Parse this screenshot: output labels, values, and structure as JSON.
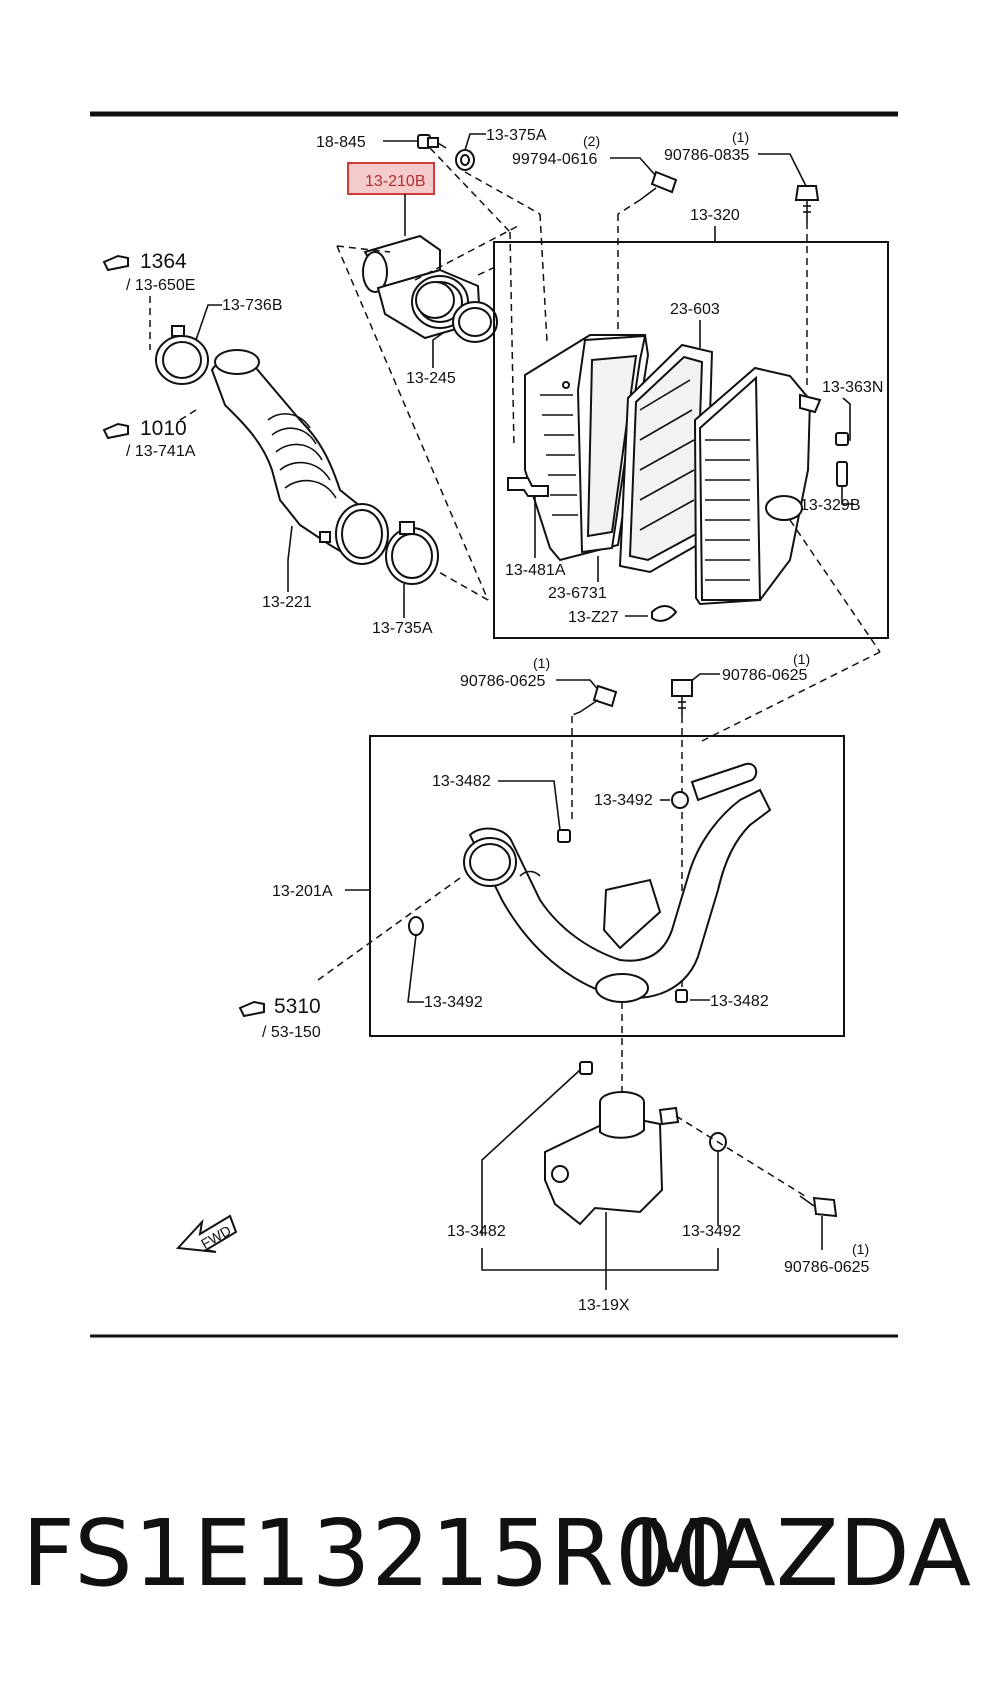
{
  "labels": {
    "p18_845": "18-845",
    "p13_375A": "13-375A",
    "p13_210B": "13-210B",
    "qty_99794": "(2)",
    "p99794_0616": "99794-0616",
    "qty_90786_0835": "(1)",
    "p90786_0835": "90786-0835",
    "p13_320": "13-320",
    "ref_1364": "1364",
    "ref_13_650E": "/ 13-650E",
    "p13_736B": "13-736B",
    "p13_245": "13-245",
    "p23_603": "23-603",
    "p13_363N": "13-363N",
    "ref_1010": "1010",
    "ref_13_741A": "/ 13-741A",
    "p13_329B": "13-329B",
    "p13_481A": "13-481A",
    "p23_6731": "23-6731",
    "p13_Z27": "13-Z27",
    "p13_221": "13-221",
    "p13_735A": "13-735A",
    "qty_90786_0625_a": "(1)",
    "p90786_0625_a": "90786-0625",
    "qty_90786_0625_b": "(1)",
    "p90786_0625_b": "90786-0625",
    "p13_3482_a": "13-3482",
    "p13_3492_a": "13-3492",
    "p13_201A": "13-201A",
    "p13_3492_b": "13-3492",
    "p13_3482_b": "13-3482",
    "ref_5310": "5310",
    "ref_53_150": "/ 53-150",
    "p13_3482_c": "13-3482",
    "p13_3492_c": "13-3492",
    "qty_90786_0625_c": "(1)",
    "p90786_0625_c": "90786-0625",
    "p13_19X": "13-19X",
    "fwd": "FWD"
  },
  "caption": {
    "part_number": "FS1E13215R00",
    "brand": "MAZDA"
  },
  "colors": {
    "highlight_fill": "#f5caca",
    "highlight_stroke": "#d23b3b",
    "ink": "#111111"
  },
  "icons": {
    "reference": "pointing-hand-icon",
    "direction": "fwd-arrow-icon"
  }
}
